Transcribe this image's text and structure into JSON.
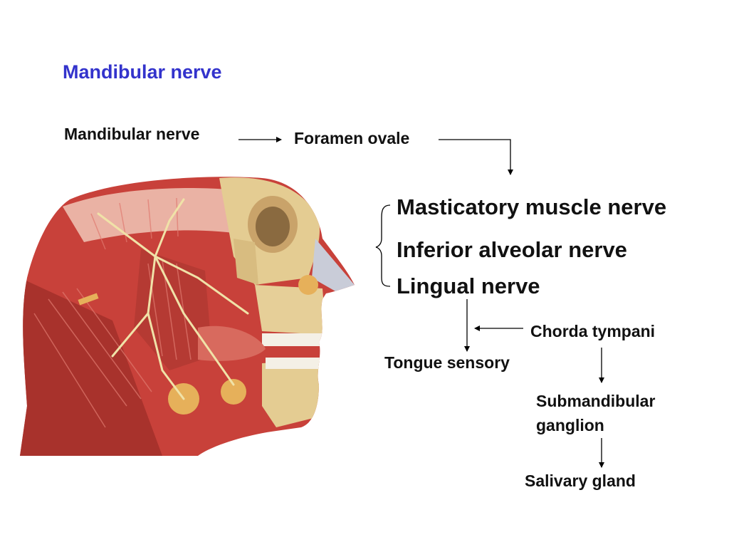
{
  "slide": {
    "title": "Mandibular  nerve",
    "title_color": "#3333cc"
  },
  "diagram": {
    "start": "Mandibular  nerve",
    "foramen": "Foramen ovale",
    "branches": [
      "Masticatory muscle nerve",
      "Inferior alveolar nerve",
      "Lingual nerve"
    ],
    "chorda": "Chorda tympani",
    "tongue": "Tongue sensory",
    "submandibular_line1": "Submandibular",
    "submandibular_line2": "ganglion",
    "salivary": "Salivary gland"
  },
  "illustration": {
    "subject": "anatomical head illustration, lateral view",
    "colors": {
      "muscle": "#c8413a",
      "bone": "#e4cc92",
      "nerve": "#f0e2a8",
      "gland": "#e6b05a",
      "cartilage": "#c9ccd8"
    }
  }
}
